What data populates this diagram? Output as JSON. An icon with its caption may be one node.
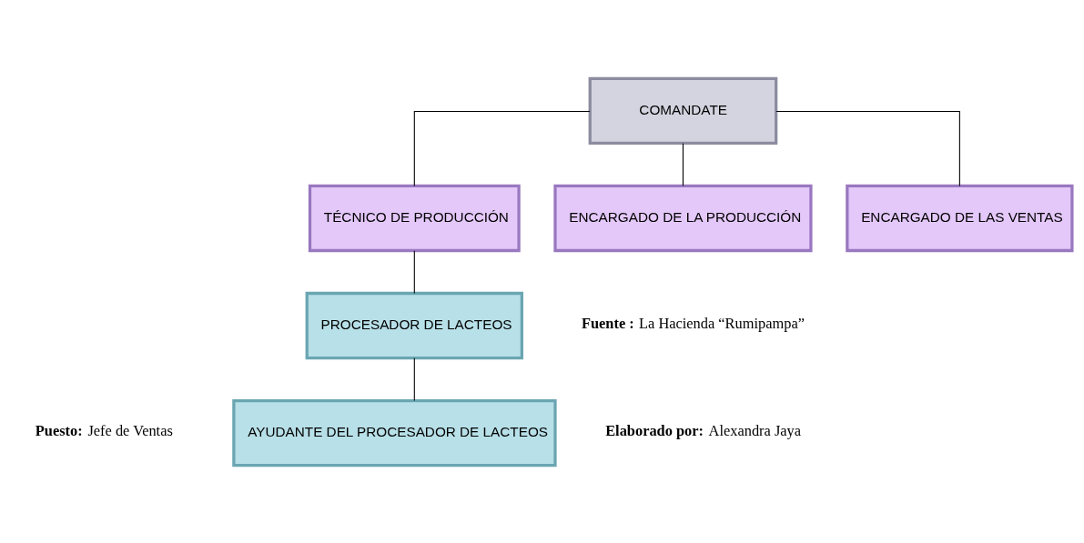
{
  "diagram": {
    "nodes": [
      {
        "text": [
          "COMANDATE"
        ]
      },
      {
        "text": [
          "TÉCNICO DE PRODUCCIÓN"
        ]
      },
      {
        "text": [
          "ENCARGADO DE LA PRODUCCIÓN"
        ]
      },
      {
        "text": [
          "ENCARGADO DE LAS VENTAS"
        ]
      },
      {
        "text": [
          "PROCESADOR DE LACTEOS"
        ]
      },
      {
        "text": [
          "AYUDANTE DEL PROCESADOR DE LACTEOS"
        ]
      }
    ],
    "edges": [
      {
        "from": 0,
        "to": 1,
        "arrow": "none"
      },
      {
        "from": 0,
        "to": 2,
        "arrow": "none"
      },
      {
        "from": 0,
        "to": 3,
        "arrow": "none"
      },
      {
        "from": 1,
        "to": 4,
        "arrow": "none"
      },
      {
        "from": 4,
        "to": 5,
        "arrow": "none"
      }
    ],
    "labels": [
      "**Fuente :** La Hacienda “Rumipampa”",
      "**Elaborado por:** Alexandra Jaya",
      "**Puesto:** Jefe de Ventas"
    ]
  }
}
